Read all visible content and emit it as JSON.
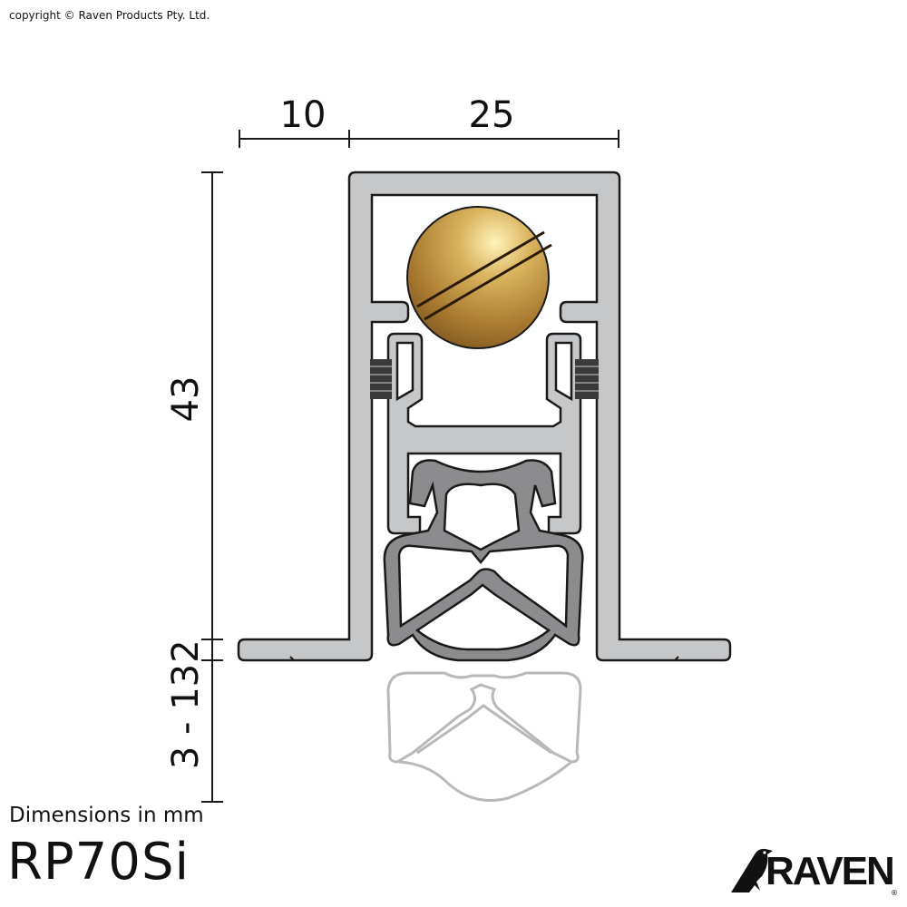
{
  "copyright": "copyright © Raven Products Pty. Ltd.",
  "dimensions": {
    "width_left": "10",
    "width_right": "25",
    "height": "43",
    "gap_small": "2",
    "drop_range": "3 - 13"
  },
  "units_note": "Dimensions in mm",
  "model": "RP70Si",
  "brand": "RAVEN",
  "colors": {
    "aluminium": "#c6c7c9",
    "seal": "#8c8c8e",
    "ghost_seal": "#b8b8ba",
    "brass": "#c8a050",
    "line": "#1a1a1a"
  }
}
